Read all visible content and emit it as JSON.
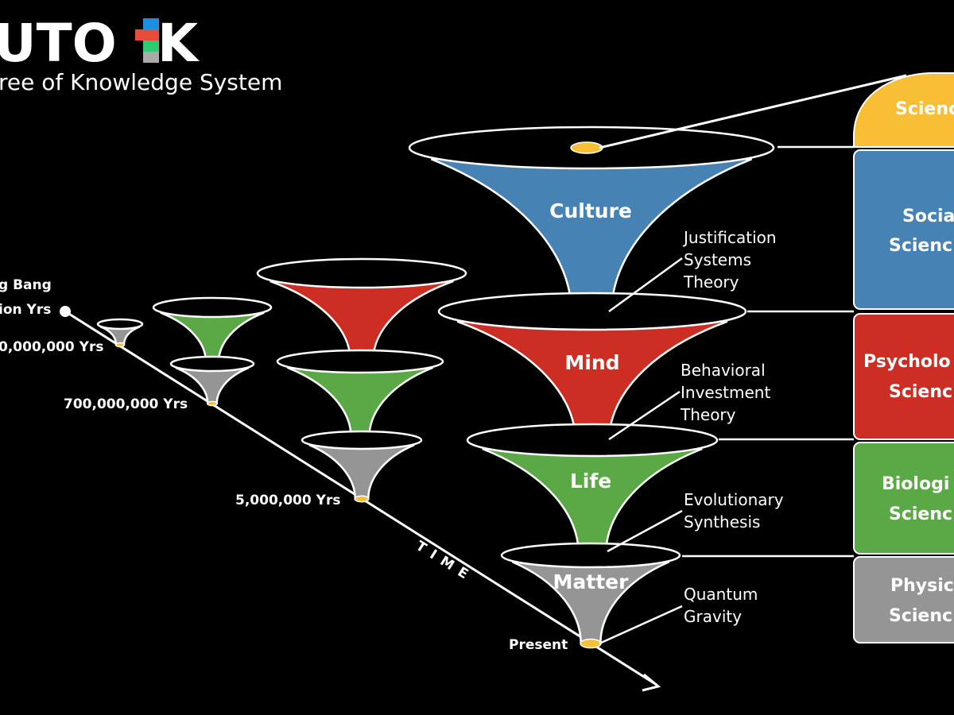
{
  "header": {
    "logo_text": "UTO",
    "logo_k": "K",
    "subtitle": "ree of Knowledge System"
  },
  "colors": {
    "culture": "#4682b4",
    "mind": "#cc2e24",
    "life": "#5aa846",
    "matter": "#959595",
    "science": "#f8bf36",
    "stroke": "#ffffff",
    "logo_blue": "#1e8fe0",
    "logo_red": "#e74c3c",
    "logo_green": "#2ecc71",
    "logo_gray": "#aaaaaa"
  },
  "timeline": {
    "axis_label": "TIME",
    "markers": [
      {
        "line1": "g Bang",
        "line2": "ion Yrs"
      },
      {
        "line1": "0,000,000 Yrs"
      },
      {
        "line1": "700,000,000 Yrs"
      },
      {
        "line1": "5,000,000 Yrs"
      },
      {
        "line1": "Present"
      }
    ]
  },
  "layers": [
    {
      "name": "Culture",
      "theory": [
        "Justification",
        "Systems",
        "Theory"
      ],
      "science": [
        "Socia",
        "Scienc"
      ]
    },
    {
      "name": "Mind",
      "theory": [
        "Behavioral",
        "Investment",
        "Theory"
      ],
      "science": [
        "Psycholo",
        "Scienc"
      ]
    },
    {
      "name": "Life",
      "theory": [
        "Evolutionary",
        "Synthesis"
      ],
      "science": [
        "Biologi",
        "Scienc"
      ]
    },
    {
      "name": "Matter",
      "theory": [
        "Quantum",
        "Gravity"
      ],
      "science": [
        "Physic",
        "Scienc"
      ]
    }
  ],
  "science_cap": "Scienc"
}
